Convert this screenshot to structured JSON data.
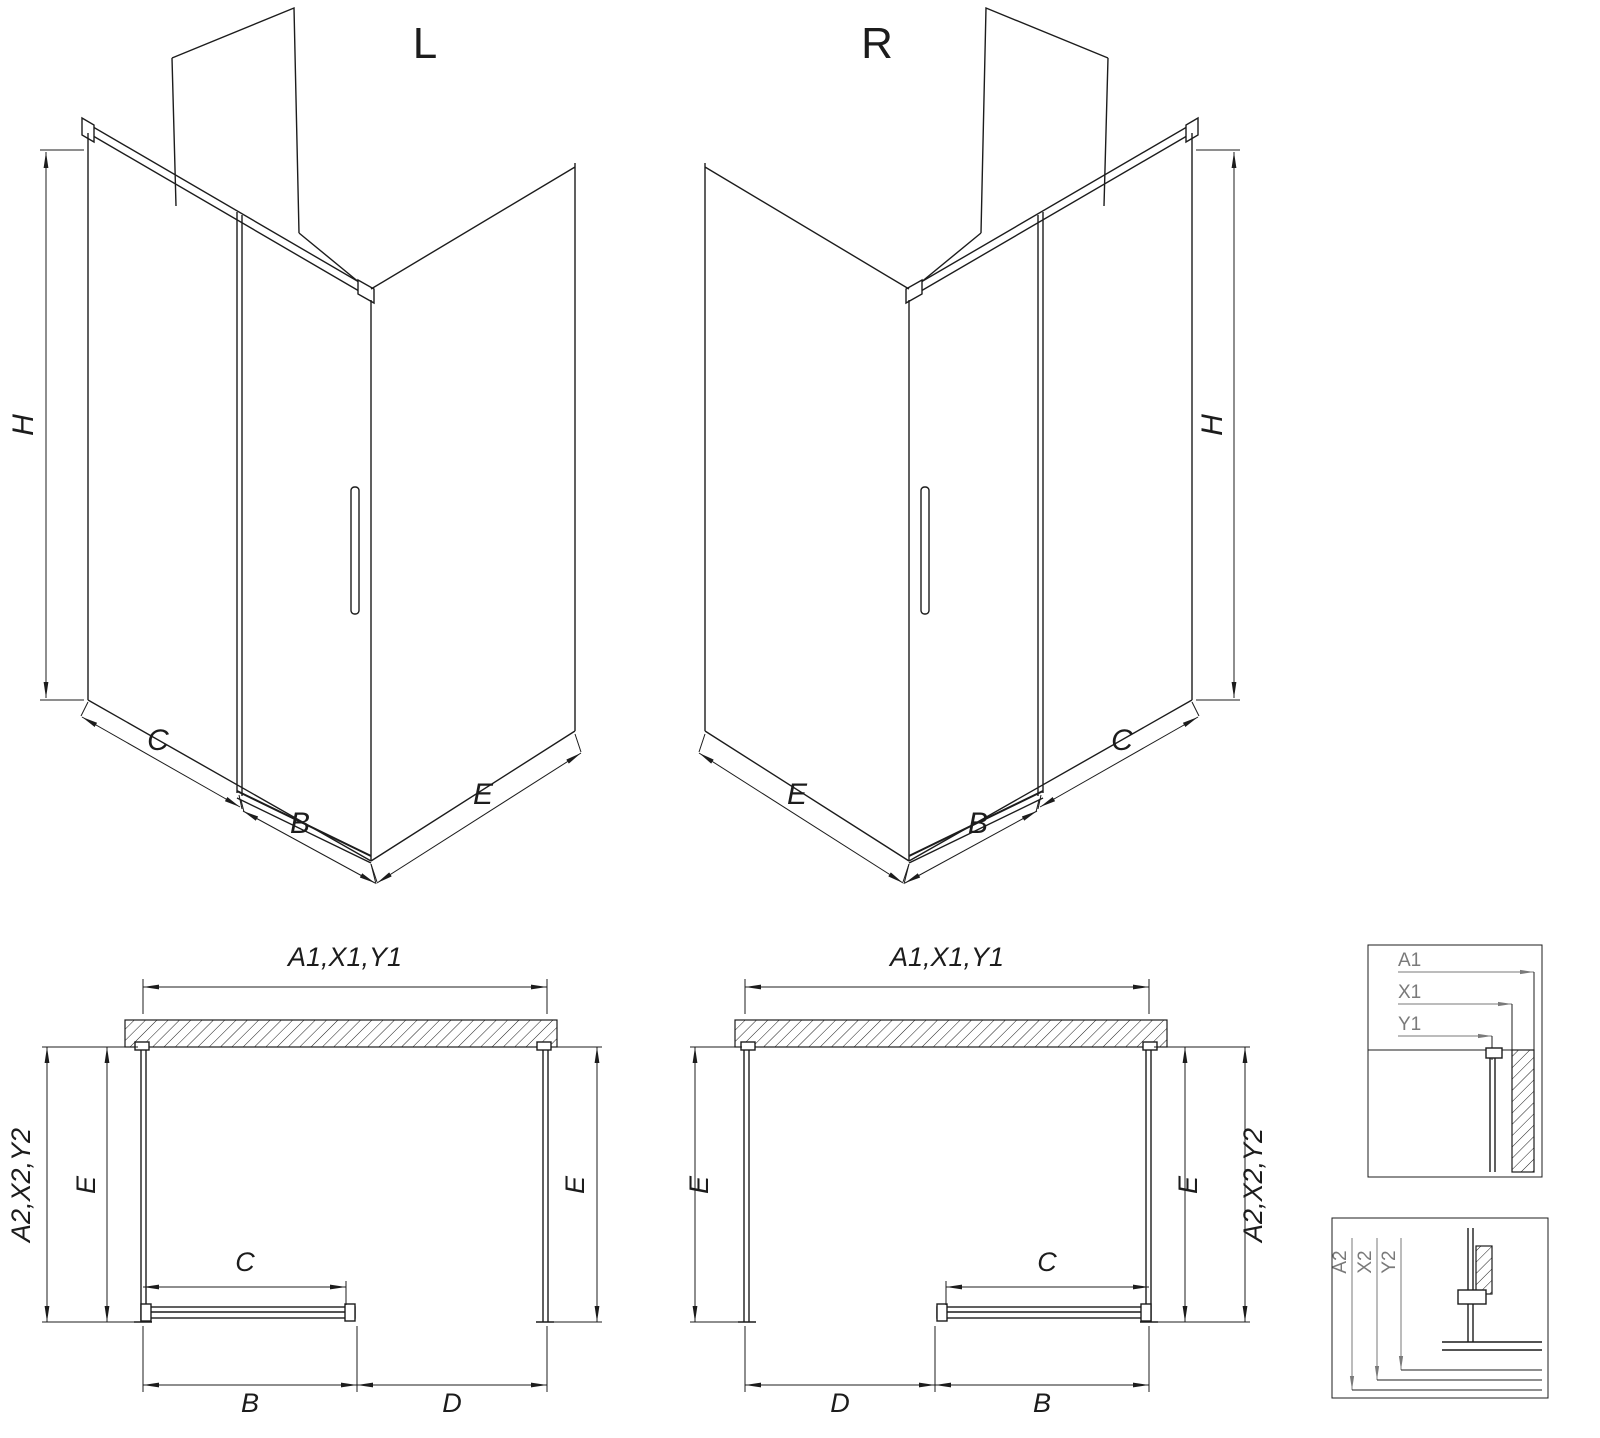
{
  "views": {
    "iso_left": {
      "variant_label": "L",
      "dim_h": "H",
      "dim_c": "C",
      "dim_b": "B",
      "dim_e": "E"
    },
    "iso_right": {
      "variant_label": "R",
      "dim_h": "H",
      "dim_c": "C",
      "dim_b": "B",
      "dim_e": "E"
    },
    "plan_left": {
      "dim_top": "A1,X1,Y1",
      "dim_side": "A2,X2,Y2",
      "dim_e_left": "E",
      "dim_e_right": "E",
      "dim_c": "C",
      "dim_b": "B",
      "dim_d": "D"
    },
    "plan_right": {
      "dim_top": "A1,X1,Y1",
      "dim_side": "A2,X2,Y2",
      "dim_e_left": "E",
      "dim_e_right": "E",
      "dim_c": "C",
      "dim_b": "B",
      "dim_d": "D"
    },
    "detail_top": {
      "dim_1": "A1",
      "dim_2": "X1",
      "dim_3": "Y1"
    },
    "detail_bottom": {
      "dim_1": "A2",
      "dim_2": "X2",
      "dim_3": "Y2"
    }
  },
  "colors": {
    "line": "#1c1c1c",
    "detail_label": "#7a7a7a",
    "background": "#ffffff"
  }
}
